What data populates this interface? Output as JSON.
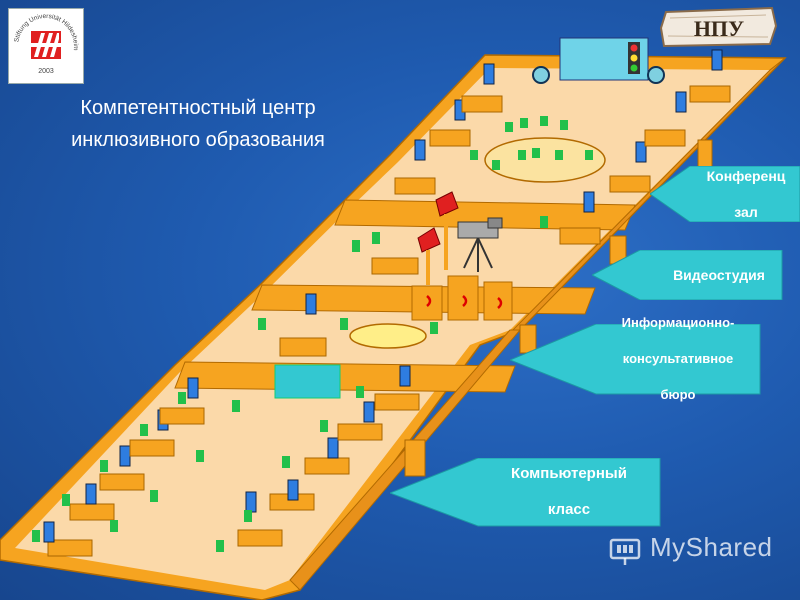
{
  "title": {
    "line1": "Компетентностный центр",
    "line2": "инклюзивного образования"
  },
  "logo_left": {
    "ring_text": "Stiftung Universität Hildesheim",
    "year": "2003"
  },
  "logo_right": {
    "text": "НПУ"
  },
  "callouts": [
    {
      "id": "conference",
      "line1": "Конференц",
      "line2": "зал"
    },
    {
      "id": "video",
      "line1": "Видеостудия"
    },
    {
      "id": "info",
      "line1": "Информационно-",
      "line2": "консультативное",
      "line3": "бюро"
    },
    {
      "id": "computer",
      "line1": "Компьютерный",
      "line2": "класс"
    }
  ],
  "watermark": {
    "text": "MyShared"
  },
  "colors": {
    "background": "#1f5bb0",
    "floor": "#fbd9a9",
    "wall": "#f6a420",
    "callout": "#33c8d1",
    "chair": "#22c04a"
  }
}
